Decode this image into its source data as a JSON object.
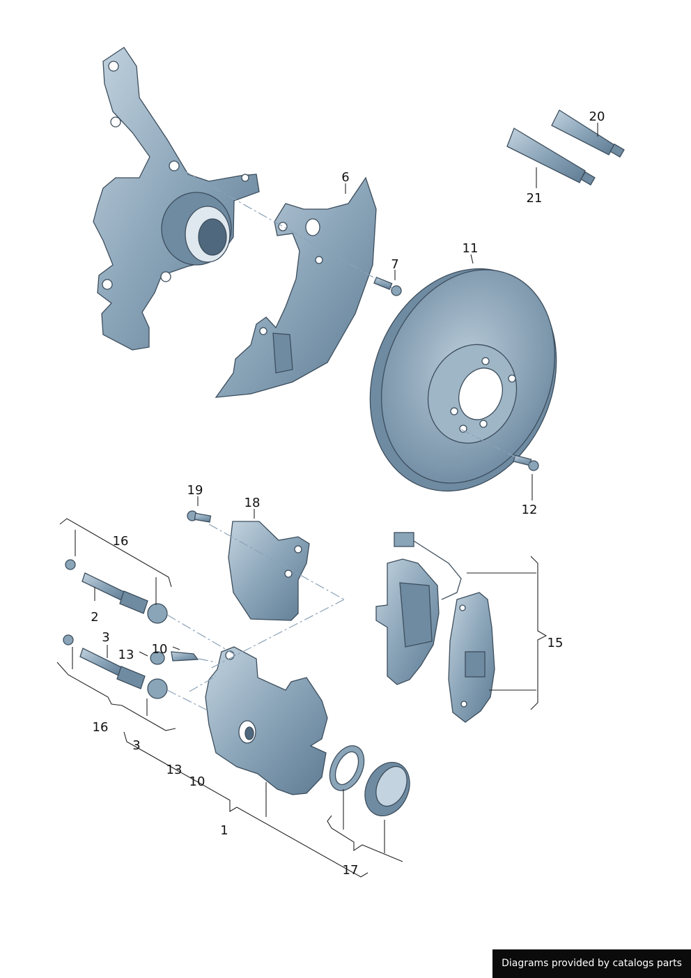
{
  "callouts": {
    "c1": "1",
    "c2": "2",
    "c3a": "3",
    "c3b": "3",
    "c6": "6",
    "c7": "7",
    "c10a": "10",
    "c10b": "10",
    "c11": "11",
    "c12": "12",
    "c13a": "13",
    "c13b": "13",
    "c15": "15",
    "c16a": "16",
    "c16b": "16",
    "c17": "17",
    "c18": "18",
    "c19": "19",
    "c20": "20",
    "c21": "21"
  },
  "credit": "Diagrams provided by catalogs parts",
  "colors": {
    "part_fill": "#8aa4b8",
    "part_dark": "#5f7c94",
    "part_light": "#c3d3df",
    "outline": "#3c4d5c"
  }
}
